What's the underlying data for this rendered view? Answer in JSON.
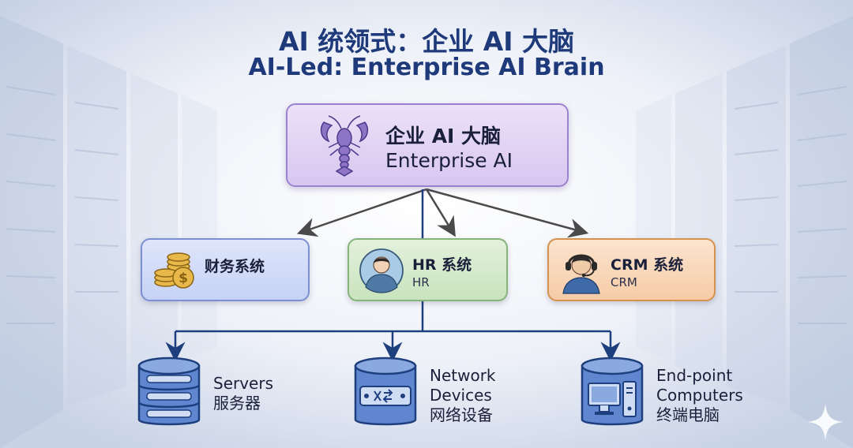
{
  "title": {
    "zh": "AI 统领式：企业 AI 大脑",
    "en": "AI-Led: Enterprise AI Brain"
  },
  "brain": {
    "zh": "企业 AI 大脑",
    "en": "Enterprise AI",
    "icon": "lobster-icon"
  },
  "systems": [
    {
      "zh": "财务系统",
      "en": "",
      "icon": "coins-icon",
      "color": "#7b8fd1"
    },
    {
      "zh": "HR 系统",
      "en": "HR",
      "icon": "person-icon",
      "color": "#86b37a"
    },
    {
      "zh": "CRM 系统",
      "en": "CRM",
      "icon": "headset-agent-icon",
      "color": "#d5924e"
    }
  ],
  "devices": [
    {
      "en": "Servers",
      "zh": "服务器",
      "icon": "server-database-icon"
    },
    {
      "en_line1": "Network",
      "en_line2": "Devices",
      "zh": "网络设备",
      "icon": "network-switch-icon"
    },
    {
      "en_line1": "End-point",
      "en_line2": "Computers",
      "zh": "终端电脑",
      "icon": "computer-icon"
    }
  ],
  "colors": {
    "title": "#1f3a7a",
    "connector": "#2a4a8a",
    "arrow_gray": "#4a4a4a",
    "device_fill": "#5f86cf",
    "device_stroke": "#1e3f7e"
  }
}
